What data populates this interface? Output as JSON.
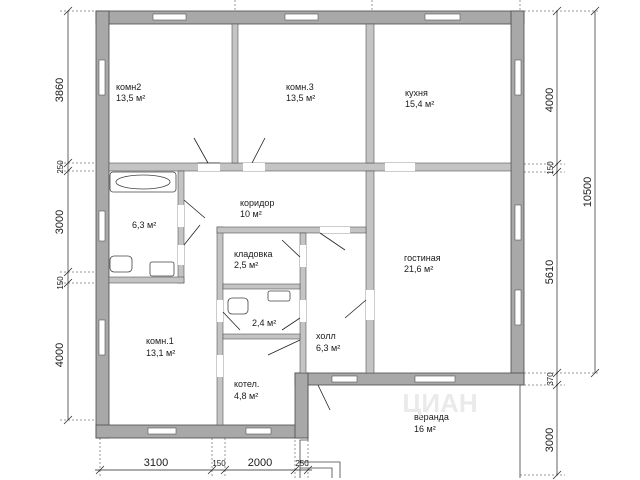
{
  "rooms": {
    "komn2": {
      "name": "комн2",
      "area": "13,5 м²"
    },
    "komn3": {
      "name": "комн.3",
      "area": "13,5 м²"
    },
    "kitchen": {
      "name": "кухня",
      "area": "15,4 м²"
    },
    "bath": {
      "name": "",
      "area": "6,3 м²"
    },
    "corridor": {
      "name": "коридор",
      "area": "10 м²"
    },
    "pantry": {
      "name": "кладовка",
      "area": "2,5 м²"
    },
    "wc": {
      "name": "",
      "area": "2,4 м²"
    },
    "hall": {
      "name": "холл",
      "area": "6,3 м²"
    },
    "living": {
      "name": "гостиная",
      "area": "21,6 м²"
    },
    "komn1": {
      "name": "комн.1",
      "area": "13,1 м²"
    },
    "boiler": {
      "name": "котел.",
      "area": "4,8 м²"
    },
    "veranda": {
      "name": "веранда",
      "area": "16 м²"
    }
  },
  "dimensions": {
    "left": [
      "3860",
      "250",
      "3000",
      "150",
      "4000"
    ],
    "right": [
      "4000",
      "150",
      "5610",
      "370",
      "3000"
    ],
    "overall_right": "10500",
    "bottom": [
      "3100",
      "150",
      "2000",
      "250"
    ]
  },
  "watermark": "ЦИАН"
}
